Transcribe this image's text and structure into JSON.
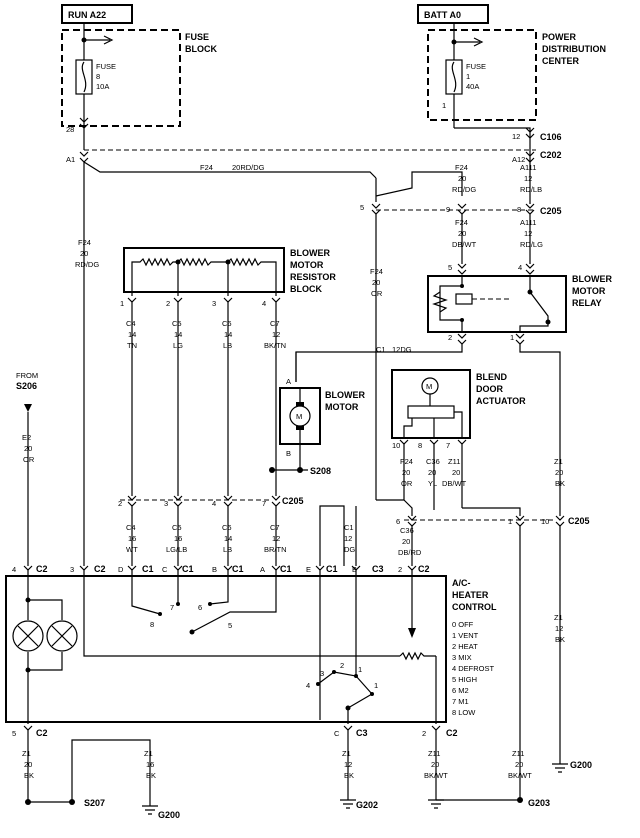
{
  "sources": {
    "run": "RUN A22",
    "batt": "BATT A0",
    "from_label": "FROM",
    "from_ref": "S206"
  },
  "components": {
    "fuse_block": [
      "FUSE",
      "BLOCK"
    ],
    "fuse8": [
      "FUSE",
      "8",
      "10A"
    ],
    "pdc": [
      "POWER",
      "DISTRIBUTION",
      "CENTER"
    ],
    "fuse1": [
      "FUSE",
      "1",
      "40A"
    ],
    "resistor": [
      "BLOWER",
      "MOTOR",
      "RESISTOR",
      "BLOCK"
    ],
    "blower_motor": [
      "BLOWER",
      "MOTOR"
    ],
    "relay": [
      "BLOWER",
      "MOTOR",
      "RELAY"
    ],
    "blend_door": [
      "BLEND",
      "DOOR",
      "ACTUATOR"
    ],
    "ac_control": [
      "A/C-",
      "HEATER",
      "CONTROL"
    ],
    "motor_symbol": "M"
  },
  "connectors": {
    "c106": "C106",
    "c202": "C202",
    "c205": "C205",
    "c205b": "C205",
    "c1": "C1",
    "c2": "C2",
    "c3": "C3"
  },
  "pins": {
    "p28": "28",
    "pA1": "A1",
    "p12": "12",
    "pA12": "A12",
    "p1": "1",
    "p5": "5",
    "p9": "9",
    "p8": "8",
    "p4": "4",
    "p2": "2",
    "p3": "3",
    "p6": "6",
    "p10": "10",
    "p7": "7",
    "pA": "A",
    "pB": "B",
    "pC": "C",
    "pD": "D",
    "pE": "E"
  },
  "wires": {
    "f24_run": [
      "F24",
      "20",
      "RD/DG"
    ],
    "f24_inline": "F24",
    "f24_inline2": "20RD/DG",
    "f24_or": [
      "F24",
      "20",
      "OR"
    ],
    "f24_rddg": [
      "F24",
      "20",
      "RD/DG"
    ],
    "f24_dbwt": [
      "F24",
      "20",
      "DB/WT"
    ],
    "a111_rdlb": [
      "A111",
      "12",
      "RD/LB"
    ],
    "a111_rdlg": [
      "A111",
      "12",
      "RD/LG"
    ],
    "c4a": [
      "C4",
      "14",
      "TN"
    ],
    "c5a": [
      "C5",
      "14",
      "LG"
    ],
    "c6a": [
      "C6",
      "14",
      "LB"
    ],
    "c7a": [
      "C7",
      "12",
      "BK/TN"
    ],
    "c4b": [
      "C4",
      "16",
      "WT"
    ],
    "c5b": [
      "C5",
      "16",
      "LG/LB"
    ],
    "c6b": [
      "C6",
      "14",
      "LB"
    ],
    "c7b": [
      "C7",
      "12",
      "BR/TN"
    ],
    "c1_12dg": "12DG",
    "c1_vert": [
      "C1",
      "12",
      "DG"
    ],
    "e2": [
      "E2",
      "20",
      "OR"
    ],
    "f24_blend": [
      "F24",
      "20",
      "OR"
    ],
    "c36_blend": [
      "C36",
      "20",
      "YL"
    ],
    "z11_blend": [
      "Z11",
      "20",
      "DB/WT"
    ],
    "c36_c2": [
      "C36",
      "20",
      "DB/RD"
    ],
    "z1_relay": [
      "Z1",
      "20",
      "BK"
    ],
    "z1_12bk": [
      "Z1",
      "12",
      "BK"
    ],
    "z1_20bk": [
      "Z1",
      "20",
      "BK"
    ],
    "z1_16bk": [
      "Z1",
      "16",
      "BK"
    ],
    "z1_c3": [
      "Z1",
      "12",
      "BK"
    ],
    "z11_bottom": [
      "Z11",
      "20",
      "BK/WT"
    ],
    "z11_right": [
      "Z11",
      "20",
      "BK/WT"
    ]
  },
  "splices": {
    "s208": "S208",
    "s207": "S207"
  },
  "grounds": {
    "g200a": "G200",
    "g200b": "G200",
    "g202": "G202",
    "g203": "G203"
  },
  "switch_positions": [
    "0 OFF",
    "1 VENT",
    "2 HEAT",
    "3 MIX",
    "4 DEFROST",
    "5 HIGH",
    "6 M2",
    "7 M1",
    "8 LOW"
  ]
}
